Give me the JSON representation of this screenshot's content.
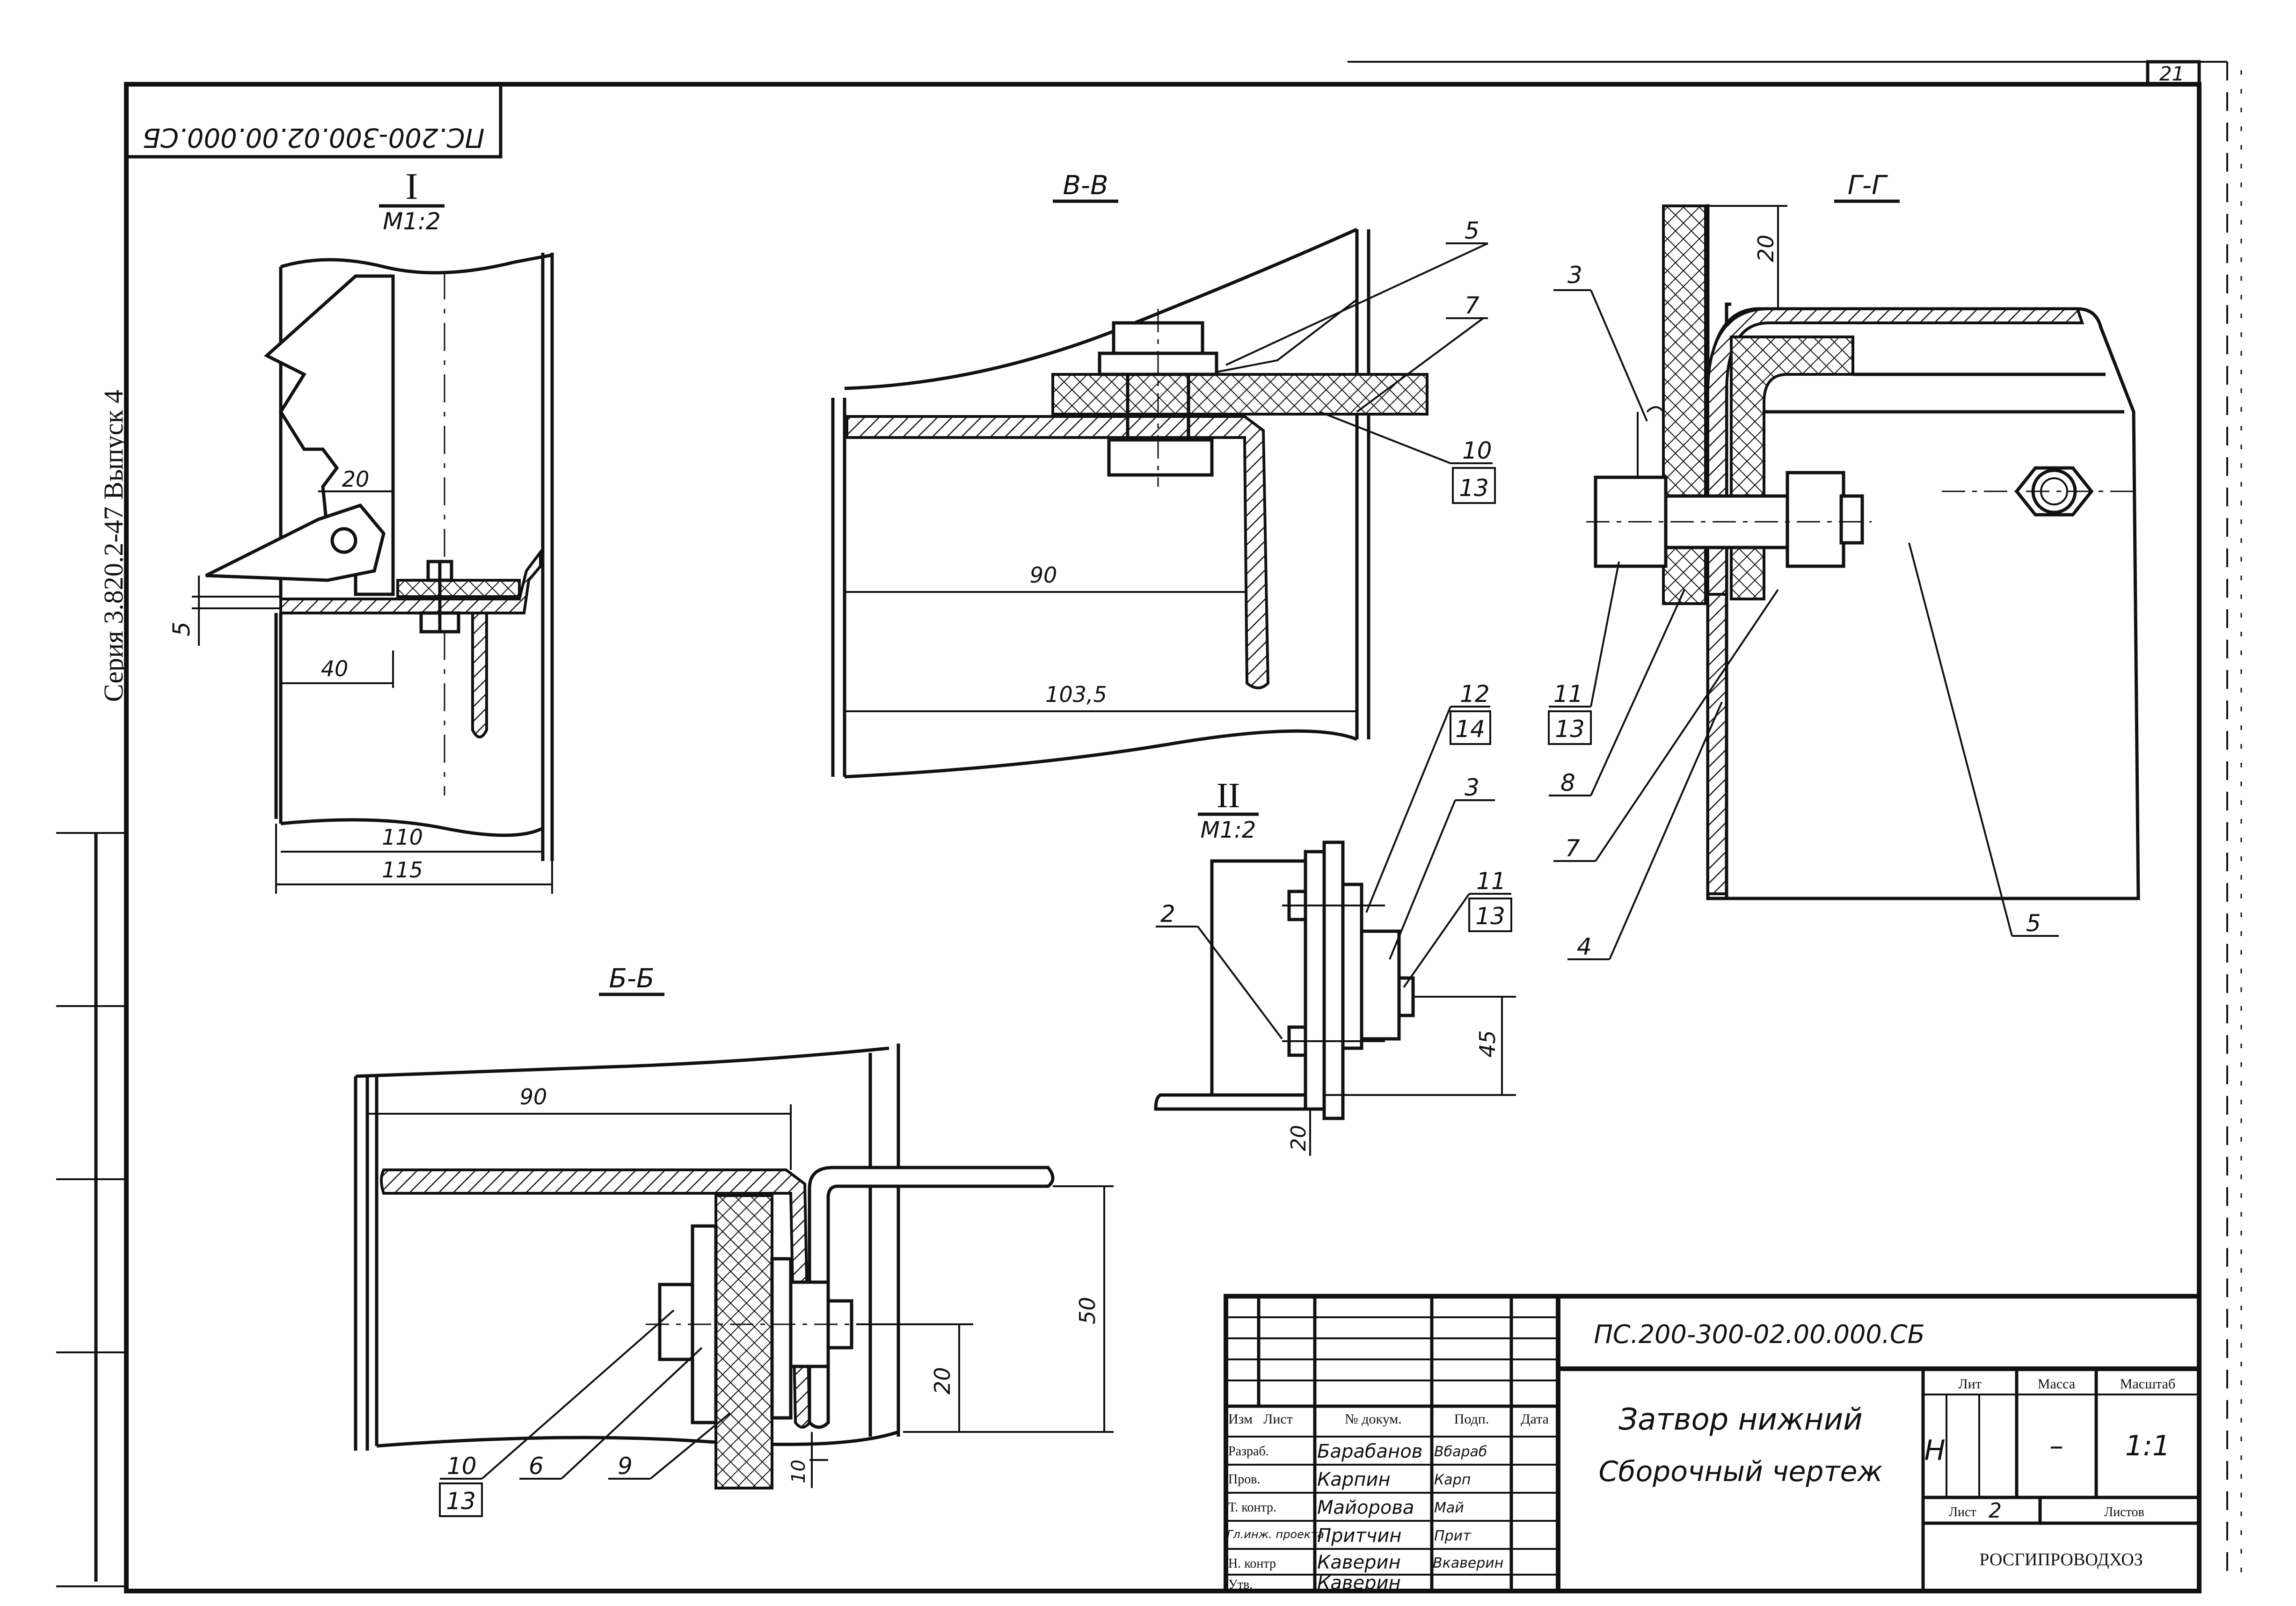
{
  "sheet": {
    "page_number": "21",
    "series_label": "Серия 3.820.2-47 Выпуск 4",
    "mirrored_code": "ПС.200-300.02.00.000.СБ"
  },
  "views": {
    "detail_1": {
      "title": "I",
      "scale": "М1:2"
    },
    "detail_2": {
      "title": "II",
      "scale": "М1:2"
    },
    "section_vv": {
      "title": "В-В"
    },
    "section_gg": {
      "title": "Г-Г"
    },
    "section_bb": {
      "title": "Б-Б"
    }
  },
  "dimensions": {
    "d1": {
      "w20": "20",
      "h5": "5",
      "w40": "40",
      "w110": "110",
      "w115": "115"
    },
    "vv": {
      "w90": "90",
      "w103": "103,5"
    },
    "gg": {
      "h20": "20"
    },
    "d2": {
      "h45": "45",
      "h20": "20"
    },
    "bb": {
      "w90": "90",
      "h50": "50",
      "h20": "20",
      "h10": "10"
    }
  },
  "callouts": {
    "vv": [
      "5",
      "7",
      "10",
      "13"
    ],
    "gg": [
      "3",
      "11",
      "13",
      "8",
      "7",
      "4",
      "5"
    ],
    "d2": [
      "12",
      "14",
      "3",
      "11",
      "13",
      "2"
    ],
    "bb": [
      "10",
      "13",
      "6",
      "9"
    ]
  },
  "title_block": {
    "doc_code": "ПС.200-300-02.00.000.СБ",
    "name_line1": "Затвор нижний",
    "name_line2": "Сборочный чертеж",
    "headers": {
      "izm": "Изм",
      "list": "Лист",
      "ndoc": "№ докум.",
      "podp": "Подп.",
      "data": "Дата"
    },
    "roles": [
      {
        "role": "Разраб.",
        "name": "Барабанов",
        "sign": "Вбараб"
      },
      {
        "role": "Пров.",
        "name": "Карпин",
        "sign": "Карп"
      },
      {
        "role": "Т. контр.",
        "name": "Майорова",
        "sign": "Май"
      },
      {
        "role": "Гл.инж. проекта",
        "name": "Притчин",
        "sign": "Прит"
      },
      {
        "role": "Н. контр",
        "name": "Каверин",
        "sign": "Вкаверин"
      },
      {
        "role": "Утв.",
        "name": "Каверин",
        "sign": ""
      }
    ],
    "lit_label": "Лит",
    "lit_value": "Н",
    "mass_label": "Масса",
    "mass_value": "–",
    "scale_label": "Масштаб",
    "scale_value": "1:1",
    "sheet_label": "Лист",
    "sheet_value": "2",
    "sheets_label": "Листов",
    "organization": "РОСГИПРОВОДХОЗ"
  }
}
